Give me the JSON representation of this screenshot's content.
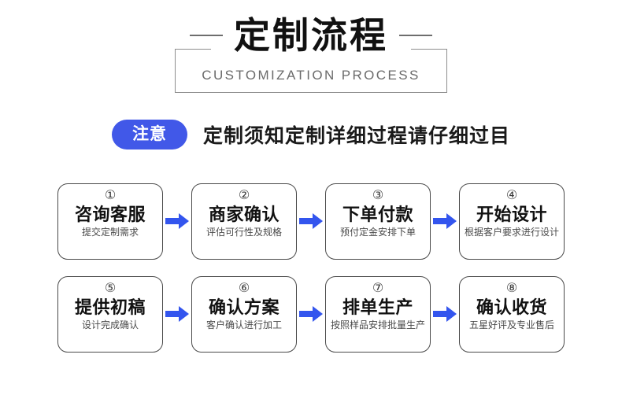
{
  "header": {
    "title": "定制流程",
    "subtitle": "CUSTOMIZATION PROCESS"
  },
  "notice": {
    "badge": "注意",
    "text": "定制须知定制详细过程请仔细过目",
    "badge_color": "#4158E8"
  },
  "arrow_color": "#3355EE",
  "steps": [
    {
      "num": "①",
      "title": "咨询客服",
      "desc": "提交定制需求"
    },
    {
      "num": "②",
      "title": "商家确认",
      "desc": "评估可行性及规格"
    },
    {
      "num": "③",
      "title": "下单付款",
      "desc": "预付定金安排下单"
    },
    {
      "num": "④",
      "title": "开始设计",
      "desc": "根据客户要求进行设计"
    },
    {
      "num": "⑤",
      "title": "提供初稿",
      "desc": "设计完成确认"
    },
    {
      "num": "⑥",
      "title": "确认方案",
      "desc": "客户确认进行加工"
    },
    {
      "num": "⑦",
      "title": "排单生产",
      "desc": "按照样品安排批量生产"
    },
    {
      "num": "⑧",
      "title": "确认收货",
      "desc": "五星好评及专业售后"
    }
  ]
}
